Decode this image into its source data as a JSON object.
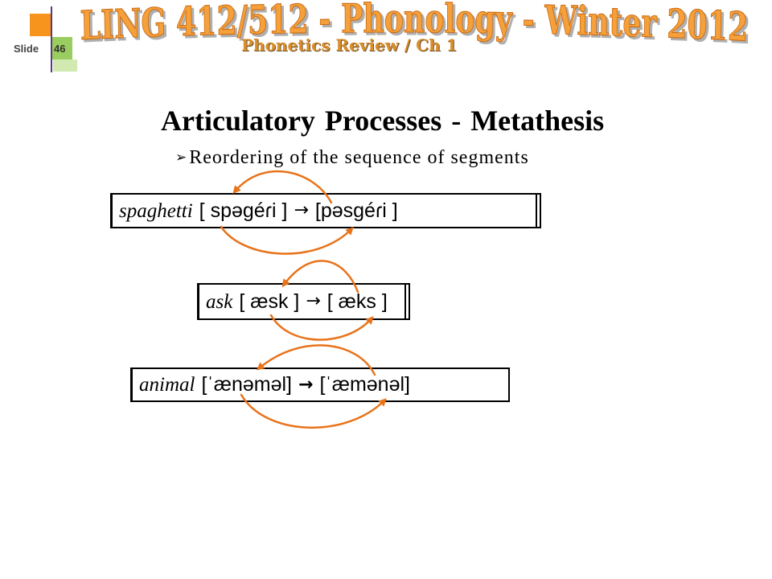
{
  "slide_number": {
    "label": "Slide",
    "value": "46"
  },
  "header": {
    "title": "LING 412/512 - Phonology - Winter 2012",
    "subtitle": "Phonetics Review / Ch 1"
  },
  "heading": "Articulatory Processes - Metathesis",
  "bullet": {
    "marker": "➢",
    "text": "Reordering of the sequence of segments"
  },
  "examples": [
    {
      "word": "spaghetti",
      "before": "[ spəgéɾi ]",
      "arrow": "→",
      "after": "[pəsgéɾi ]"
    },
    {
      "word": "ask",
      "before": "[ æsk ]",
      "arrow": "→",
      "after": "[ æks ]"
    },
    {
      "word": "animal",
      "before": "[ˈænəməl]",
      "arrow": "→",
      "after": "[ˈæmənəl]"
    }
  ],
  "colors": {
    "title_orange": "#F5A03A",
    "arrow_orange": "#E8731A",
    "accent_green": "#9ACD5F",
    "accent_orange": "#F7941D",
    "pale_green": "#D2EAB2",
    "text": "#000000"
  }
}
